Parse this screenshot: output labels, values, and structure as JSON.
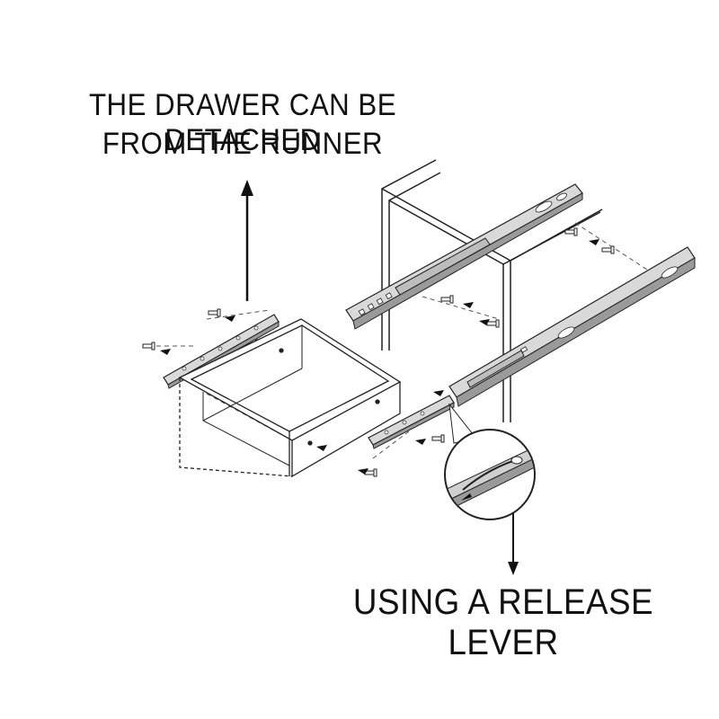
{
  "captions": {
    "top_line_1": "THE DRAWER CAN BE DETACHED",
    "top_line_2": "FROM THE RUNNER",
    "bottom": "USING A RELEASE LEVER"
  },
  "colors": {
    "line": "#222222",
    "rail_fill": "#d9d9d9",
    "rail_dark": "#9a9a9a",
    "dashed": "#555555"
  },
  "icons": [
    "up-arrow-icon",
    "down-arrow-icon",
    "screw-icon",
    "magnifier-circle-icon"
  ]
}
